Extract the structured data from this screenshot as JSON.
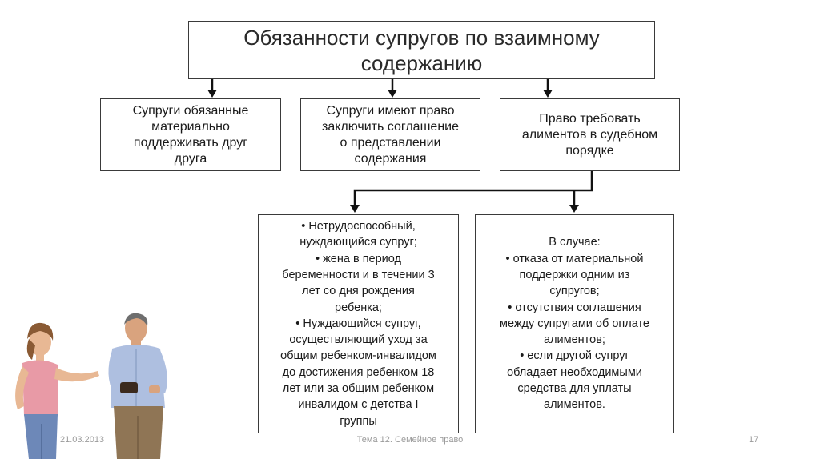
{
  "title": "Обязанности супругов по взаимному\nсодержанию",
  "boxes": {
    "left": "Супруги обязанные\nматериально\nподдерживать друг\nдруга",
    "middle": "Супруги имеют право\nзаключить соглашение\nо представлении\nсодержания",
    "right": "Право требовать\nалиментов в судебном\nпорядке",
    "persons": "• Нетрудоспособный,\nнуждающийся супруг;\n• жена в период\nбеременности и в течении 3\nлет со дня рождения\nребенка;\n• Нуждающийся супруг,\nосуществляющий уход за\nобщим ребенком-инвалидом\nдо достижения ребенком 18\nлет или за общим ребенком\nинвалидом с детства I\nгруппы",
    "cases": "В случае:\n• отказа от материальной\nподдержки одним из\nсупругов;\n• отсутствия соглашения\nмежду супругами об оплате\nалиментов;\n• если другой супруг\nобладает необходимыми\nсредства для уплаты\nалиментов."
  },
  "footer": {
    "date": "21.03.2013",
    "topic": "Тема 12. Семейное право",
    "page": "17"
  }
}
